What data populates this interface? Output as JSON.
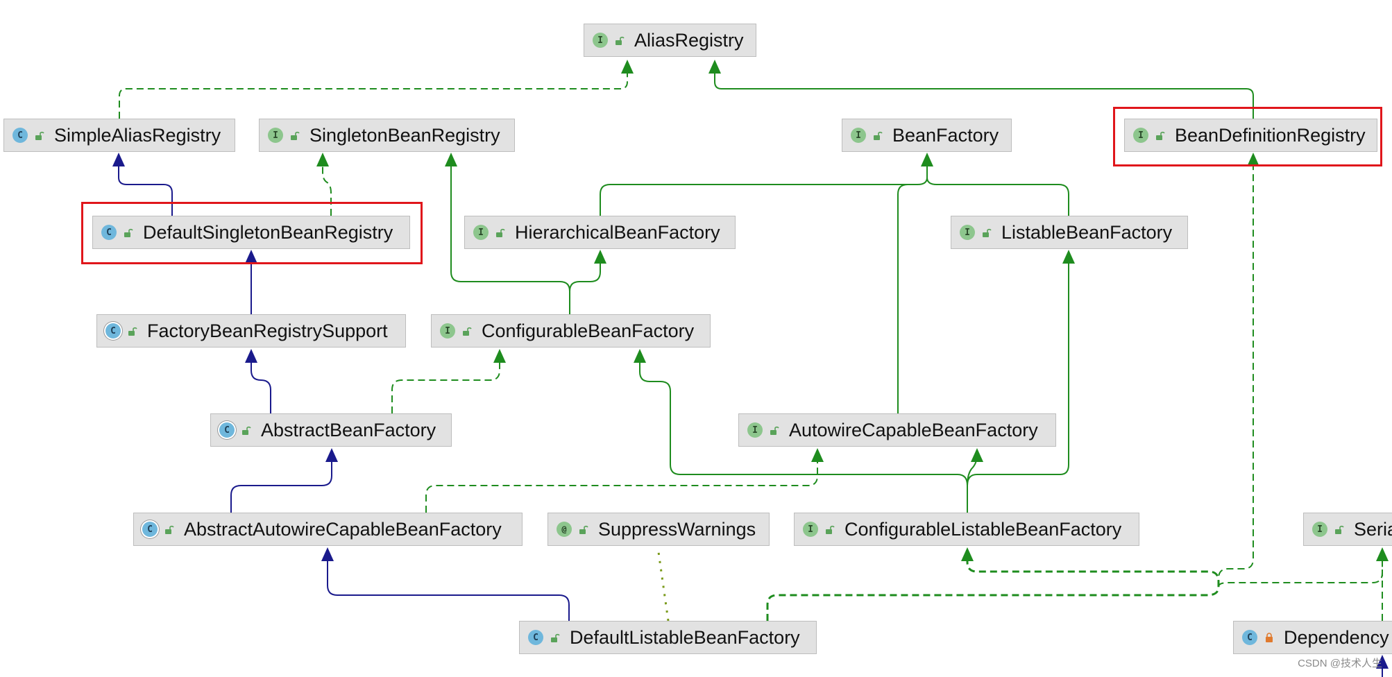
{
  "diagram": {
    "kind": "uml-class-hierarchy",
    "colors": {
      "extends": "#1a1a8c",
      "implements": "#1e8c1e",
      "dotted": "#7a9a1a",
      "highlight": "#e0161b"
    },
    "nodes": [
      {
        "id": "AliasRegistry",
        "label": "AliasRegistry",
        "kind": "interface",
        "icon": "interface-icon",
        "lock": "open"
      },
      {
        "id": "SimpleAliasRegistry",
        "label": "SimpleAliasRegistry",
        "kind": "class",
        "icon": "class-icon",
        "lock": "open"
      },
      {
        "id": "SingletonBeanRegistry",
        "label": "SingletonBeanRegistry",
        "kind": "interface",
        "icon": "interface-icon",
        "lock": "open"
      },
      {
        "id": "BeanFactory",
        "label": "BeanFactory",
        "kind": "interface",
        "icon": "interface-icon",
        "lock": "open"
      },
      {
        "id": "BeanDefinitionRegistry",
        "label": "BeanDefinitionRegistry",
        "kind": "interface",
        "icon": "interface-icon",
        "lock": "open"
      },
      {
        "id": "DefaultSingletonBeanRegistry",
        "label": "DefaultSingletonBeanRegistry",
        "kind": "class",
        "icon": "class-icon",
        "lock": "open"
      },
      {
        "id": "HierarchicalBeanFactory",
        "label": "HierarchicalBeanFactory",
        "kind": "interface",
        "icon": "interface-icon",
        "lock": "open"
      },
      {
        "id": "ListableBeanFactory",
        "label": "ListableBeanFactory",
        "kind": "interface",
        "icon": "interface-icon",
        "lock": "open"
      },
      {
        "id": "FactoryBeanRegistrySupport",
        "label": "FactoryBeanRegistrySupport",
        "kind": "abstract",
        "icon": "abstract-class-icon",
        "lock": "open"
      },
      {
        "id": "ConfigurableBeanFactory",
        "label": "ConfigurableBeanFactory",
        "kind": "interface",
        "icon": "interface-icon",
        "lock": "open"
      },
      {
        "id": "AbstractBeanFactory",
        "label": "AbstractBeanFactory",
        "kind": "abstract",
        "icon": "abstract-class-icon",
        "lock": "open"
      },
      {
        "id": "AutowireCapableBeanFactory",
        "label": "AutowireCapableBeanFactory",
        "kind": "interface",
        "icon": "interface-icon",
        "lock": "open"
      },
      {
        "id": "AbstractAutowireCapableBeanFactory",
        "label": "AbstractAutowireCapableBeanFactory",
        "kind": "abstract",
        "icon": "abstract-class-icon",
        "lock": "open"
      },
      {
        "id": "SuppressWarnings",
        "label": "SuppressWarnings",
        "kind": "annotation",
        "icon": "annotation-icon",
        "lock": "open"
      },
      {
        "id": "ConfigurableListableBeanFactory",
        "label": "ConfigurableListableBeanFactory",
        "kind": "interface",
        "icon": "interface-icon",
        "lock": "open"
      },
      {
        "id": "Serializable",
        "label": "Seria",
        "kind": "interface",
        "icon": "interface-icon",
        "lock": "open"
      },
      {
        "id": "DefaultListableBeanFactory",
        "label": "DefaultListableBeanFactory",
        "kind": "class",
        "icon": "class-icon",
        "lock": "open"
      },
      {
        "id": "DependencyDescriptor",
        "label": "Dependency",
        "kind": "class",
        "icon": "class-icon",
        "lock": "closed"
      }
    ],
    "edges": [
      {
        "from": "SimpleAliasRegistry",
        "to": "AliasRegistry",
        "type": "implements"
      },
      {
        "from": "BeanDefinitionRegistry",
        "to": "AliasRegistry",
        "type": "extends-interface"
      },
      {
        "from": "DefaultSingletonBeanRegistry",
        "to": "SimpleAliasRegistry",
        "type": "extends"
      },
      {
        "from": "DefaultSingletonBeanRegistry",
        "to": "SingletonBeanRegistry",
        "type": "implements"
      },
      {
        "from": "HierarchicalBeanFactory",
        "to": "BeanFactory",
        "type": "extends-interface"
      },
      {
        "from": "ListableBeanFactory",
        "to": "BeanFactory",
        "type": "extends-interface"
      },
      {
        "from": "AutowireCapableBeanFactory",
        "to": "BeanFactory",
        "type": "extends-interface"
      },
      {
        "from": "FactoryBeanRegistrySupport",
        "to": "DefaultSingletonBeanRegistry",
        "type": "extends"
      },
      {
        "from": "ConfigurableBeanFactory",
        "to": "HierarchicalBeanFactory",
        "type": "extends-interface"
      },
      {
        "from": "ConfigurableBeanFactory",
        "to": "SingletonBeanRegistry",
        "type": "extends-interface"
      },
      {
        "from": "AbstractBeanFactory",
        "to": "FactoryBeanRegistrySupport",
        "type": "extends"
      },
      {
        "from": "AbstractBeanFactory",
        "to": "ConfigurableBeanFactory",
        "type": "implements"
      },
      {
        "from": "AbstractAutowireCapableBeanFactory",
        "to": "AbstractBeanFactory",
        "type": "extends"
      },
      {
        "from": "AbstractAutowireCapableBeanFactory",
        "to": "AutowireCapableBeanFactory",
        "type": "implements"
      },
      {
        "from": "ConfigurableListableBeanFactory",
        "to": "ListableBeanFactory",
        "type": "extends-interface"
      },
      {
        "from": "ConfigurableListableBeanFactory",
        "to": "AutowireCapableBeanFactory",
        "type": "extends-interface"
      },
      {
        "from": "ConfigurableListableBeanFactory",
        "to": "ConfigurableBeanFactory",
        "type": "extends-interface"
      },
      {
        "from": "DefaultListableBeanFactory",
        "to": "AbstractAutowireCapableBeanFactory",
        "type": "extends"
      },
      {
        "from": "DefaultListableBeanFactory",
        "to": "ConfigurableListableBeanFactory",
        "type": "implements"
      },
      {
        "from": "DefaultListableBeanFactory",
        "to": "BeanDefinitionRegistry",
        "type": "implements"
      },
      {
        "from": "DefaultListableBeanFactory",
        "to": "Serializable",
        "type": "implements"
      },
      {
        "from": "DefaultListableBeanFactory",
        "to": "SuppressWarnings",
        "type": "annotated-by"
      },
      {
        "from": "DependencyDescriptor",
        "to": "Serializable",
        "type": "implements"
      }
    ],
    "highlighted": [
      "DefaultSingletonBeanRegistry",
      "BeanDefinitionRegistry"
    ]
  },
  "watermark": "CSDN @技术人生"
}
